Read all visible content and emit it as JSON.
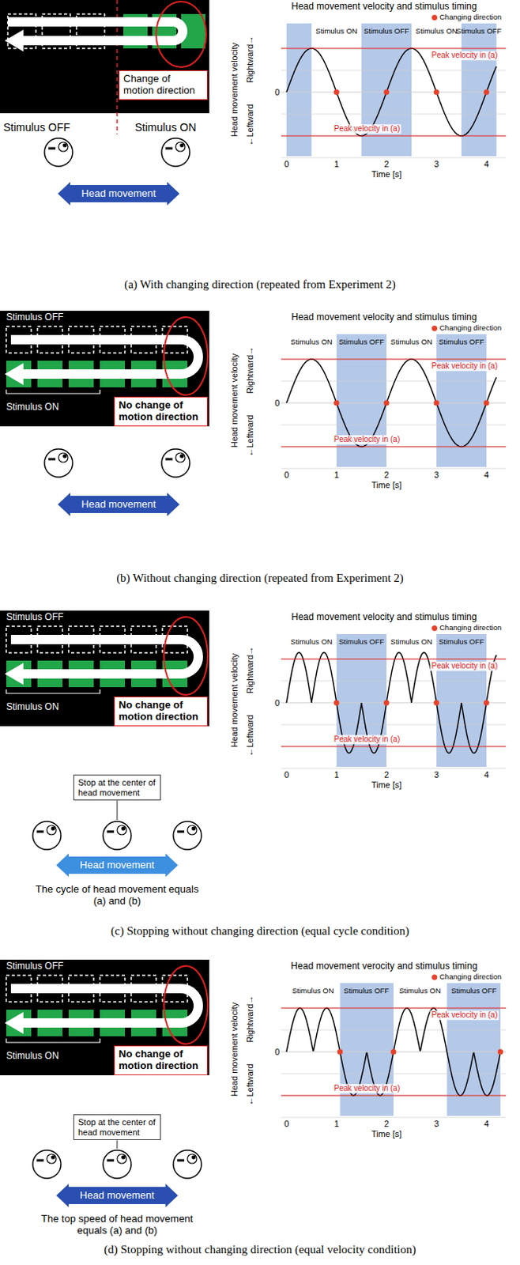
{
  "diagram": {
    "nodes": [
      {
        "text": [
          "Change of motion direction"
        ]
      },
      {
        "text": [
          "Head movement"
        ]
      },
      {
        "text": [
          "No change of motion direction"
        ]
      },
      {
        "text": [
          "Head movement"
        ]
      },
      {
        "text": [
          "No change of motion direction"
        ]
      },
      {
        "text": [
          "Stop at the center of head movement"
        ]
      },
      {
        "text": [
          "Head movement"
        ]
      },
      {
        "text": [
          "No change of motion direction"
        ]
      },
      {
        "text": [
          "Stop at the center of head movement"
        ]
      },
      {
        "text": [
          "Head movement"
        ]
      }
    ],
    "labels": [
      "Stimulus OFF",
      "Stimulus ON",
      "Head movement velocity and stimulus timing",
      "Head movement velocity",
      "←Leftward",
      "Rightward→",
      "0",
      "Stimulus ON",
      "Stimulus OFF",
      "Stimulus ON",
      "Stimulus OFF",
      "Peak velocity in (a)",
      "Peak velocity in (a)",
      "0",
      "1",
      "2",
      "3",
      "4",
      "Time [s]",
      "(a) With changing direction (repeated from Experiment 2)",
      "Stimulus OFF",
      "Stimulus ON",
      "Head movement velocity and stimulus timing",
      "Head movement velocity",
      "←Leftward",
      "Rightward→",
      "0",
      "Stimulus ON",
      "Stimulus OFF",
      "Stimulus ON",
      "Stimulus OFF",
      "Peak velocity in (a)",
      "Peak velocity in (a)",
      "0",
      "1",
      "2",
      "3",
      "4",
      "Time [s]",
      "(b) Without changing direction (repeated from Experiment 2)",
      "Stimulus OFF",
      "Stimulus ON",
      "Head movement velocity and stimulus timing",
      "Head movement velocity",
      "←Leftward",
      "Rightward→",
      "0",
      "Stimulus ON",
      "Stimulus OFF",
      "Stimulus ON",
      "Stimulus OFF",
      "Peak velocity in (a)",
      "Peak velocity in (a)",
      "0",
      "1",
      "2",
      "3",
      "4",
      "Time [s]",
      "The cycle of head movement equals (a) and (b)",
      "(c) Stopping without changing direction (equal cycle condition)",
      "Stimulus OFF",
      "Stimulus ON",
      "Head movement verocity and stimulus timing",
      "Head movement velocity",
      "←Leftward",
      "Rightward→",
      "0",
      "Stimulus ON",
      "Stimulus OFF",
      "Stimulus ON",
      "Stimulus OFF",
      "Peak velocity in (a)",
      "Peak velocity in (a)",
      "0",
      "1",
      "2",
      "3",
      "4",
      "Time [s]",
      "The top speed of head movement equals (a) and (b)",
      "(d) Stopping without changing direction (equal velocity condition)"
    ],
    "legend": [
      {
        "text": "Changing direction",
        "color": "#e8402a"
      },
      {
        "text": "Changing direction",
        "color": "#e8402a"
      },
      {
        "text": "Changing direction",
        "color": "#e8402a"
      },
      {
        "text": "Changing direction",
        "color": "#e8402a"
      }
    ]
  }
}
